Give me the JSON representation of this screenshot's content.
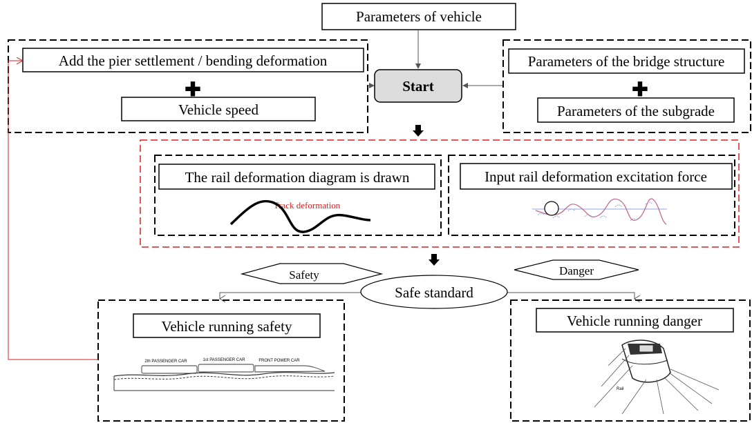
{
  "nodes": {
    "parameters_of_vehicle": "Parameters of vehicle",
    "start": "Start",
    "pier_settlement": "Add the pier settlement / bending deformation",
    "vehicle_speed": "Vehicle speed",
    "bridge_structure": "Parameters of the bridge structure",
    "subgrade": "Parameters of the subgrade",
    "rail_diagram": "The rail deformation diagram is drawn",
    "track_deformation": "Track deformation",
    "excitation_force": "Input rail deformation excitation force",
    "safe_standard": "Safe standard",
    "safety": "Safety",
    "danger": "Danger",
    "running_safety": "Vehicle running safety",
    "running_danger": "Vehicle running danger"
  },
  "train_labels": {
    "car2": "2th PASSENGER CAR",
    "car1": "1st PASSENGER CAR",
    "power": "FRONT POWER CAR",
    "rail": "Rail"
  },
  "colors": {
    "red_accent": "#d62020",
    "start_fill": "#dcdcdc",
    "wave_pink": "#c0608c",
    "wave_blue": "#8fa6e0"
  }
}
